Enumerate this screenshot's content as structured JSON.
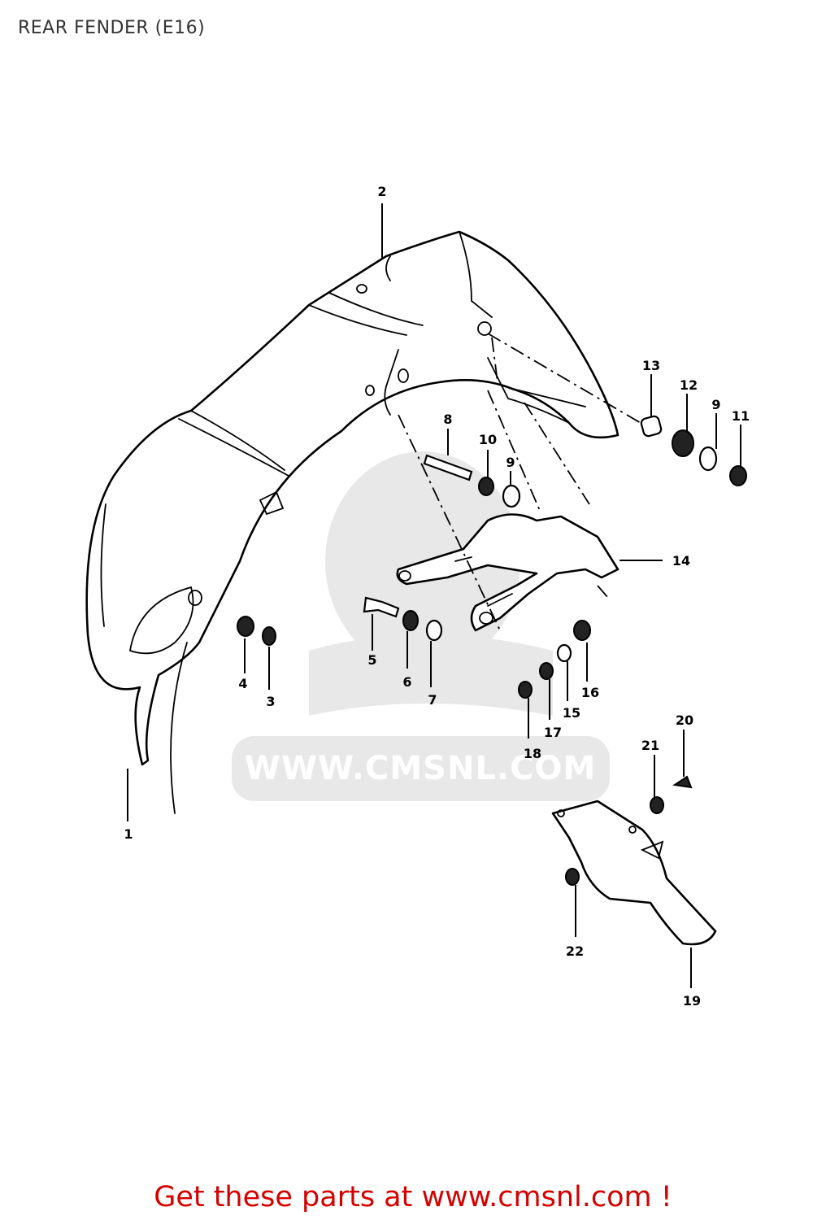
{
  "title": "REAR FENDER (E16)",
  "watermark": {
    "text": "WWW.CMSNL.COM",
    "color": "#e8e8e8"
  },
  "callouts": [
    "1",
    "2",
    "3",
    "4",
    "5",
    "6",
    "7",
    "8",
    "9",
    "9",
    "10",
    "11",
    "12",
    "13",
    "14",
    "15",
    "16",
    "17",
    "18",
    "19",
    "20",
    "21",
    "22"
  ],
  "footer": {
    "text": "Get these parts at www.cmsnl.com !",
    "color": "#d50000"
  }
}
